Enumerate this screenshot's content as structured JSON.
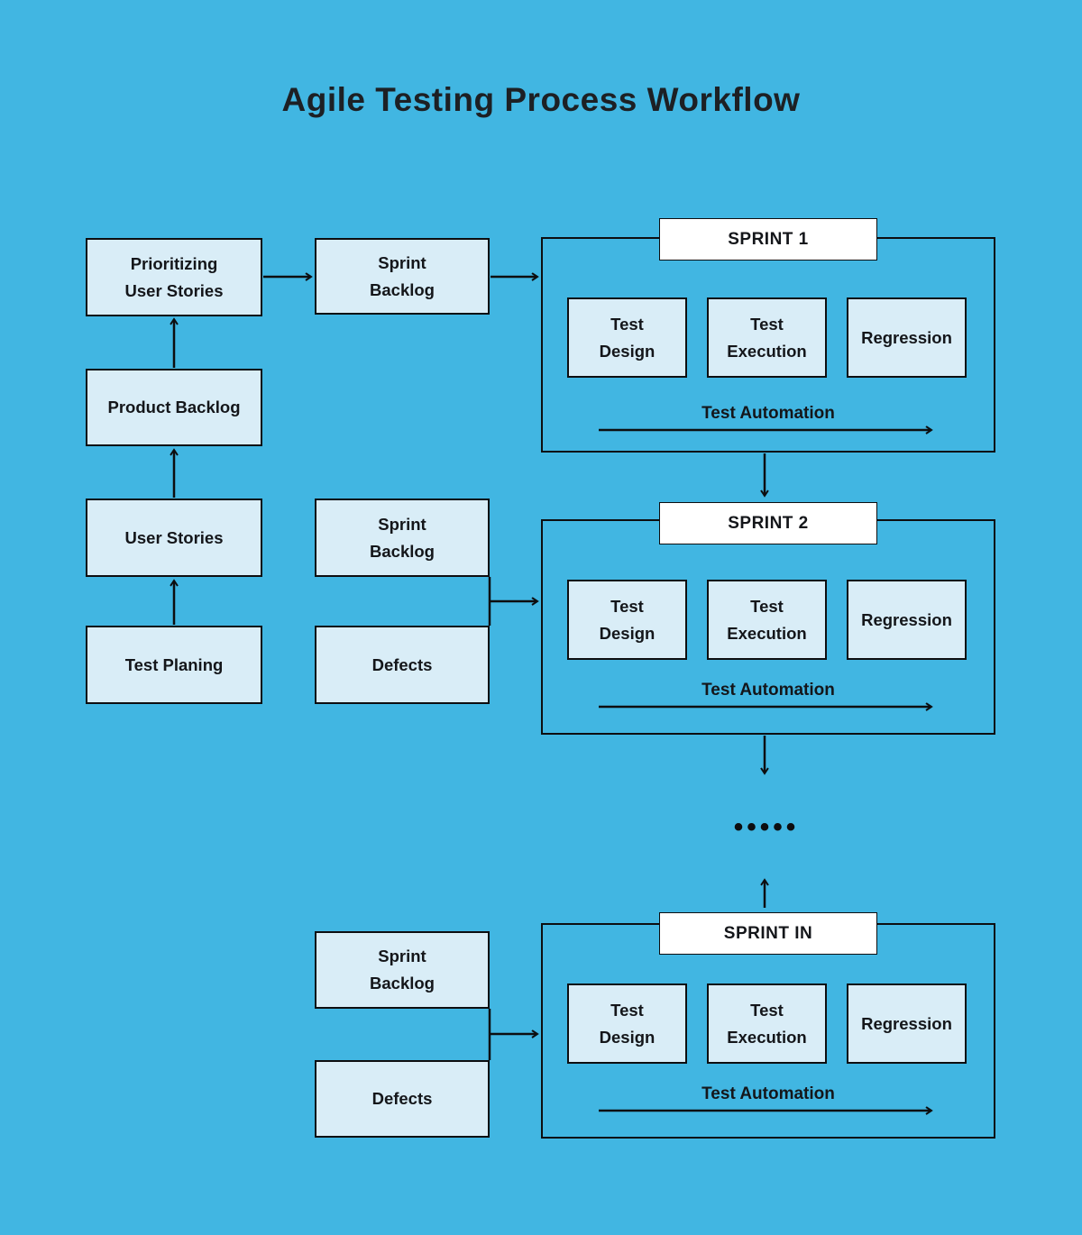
{
  "title": "Agile Testing Process Workflow",
  "planning_flow": {
    "test_planing": "Test Planing",
    "user_stories": "User Stories",
    "product_backlog": "Product Backlog",
    "prioritizing_user_stories": "Prioritizing\nUser Stories"
  },
  "backlog_items": {
    "sprint_backlog_1": "Sprint\nBacklog",
    "sprint_backlog_2": "Sprint\nBacklog",
    "defects_2": "Defects",
    "sprint_backlog_3": "Sprint\nBacklog",
    "defects_3": "Defects"
  },
  "sprints": [
    {
      "name": "SPRINT 1",
      "stages": {
        "test_design": "Test\nDesign",
        "test_execution": "Test\nExecution",
        "regression": "Regression"
      },
      "automation_label": "Test Automation"
    },
    {
      "name": "SPRINT 2",
      "stages": {
        "test_design": "Test\nDesign",
        "test_execution": "Test\nExecution",
        "regression": "Regression"
      },
      "automation_label": "Test Automation"
    },
    {
      "name": "SPRINT IN",
      "stages": {
        "test_design": "Test\nDesign",
        "test_execution": "Test\nExecution",
        "regression": "Regression"
      },
      "automation_label": "Test Automation"
    }
  ],
  "continuation_dots": "•••••",
  "colors": {
    "background": "#41b6e2",
    "box_fill": "#d9edf7",
    "header_fill": "#ffffff",
    "line": "#0d0e10"
  }
}
